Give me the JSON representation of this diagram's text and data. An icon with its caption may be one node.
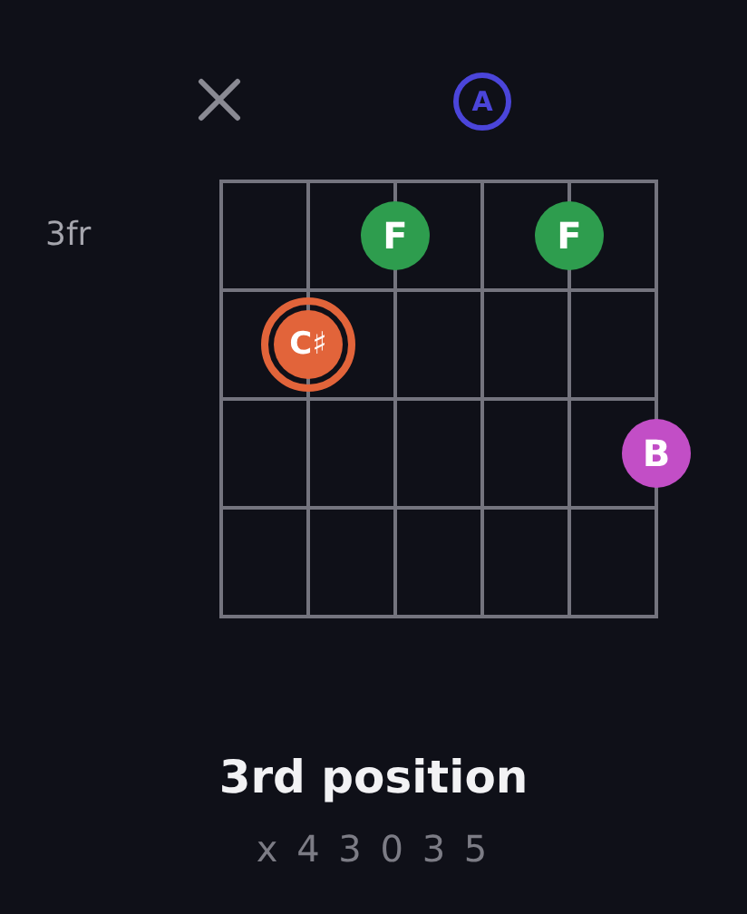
{
  "diagram": {
    "title": "3rd position",
    "nodes": [
      {
        "text": [
          "A"
        ]
      },
      {
        "text": [
          "F"
        ]
      },
      {
        "text": [
          "F"
        ]
      },
      {
        "text": [
          "C♯"
        ]
      },
      {
        "text": [
          "B"
        ]
      }
    ],
    "labels": [
      "3fr",
      "x 4 3 0 3 5"
    ]
  }
}
